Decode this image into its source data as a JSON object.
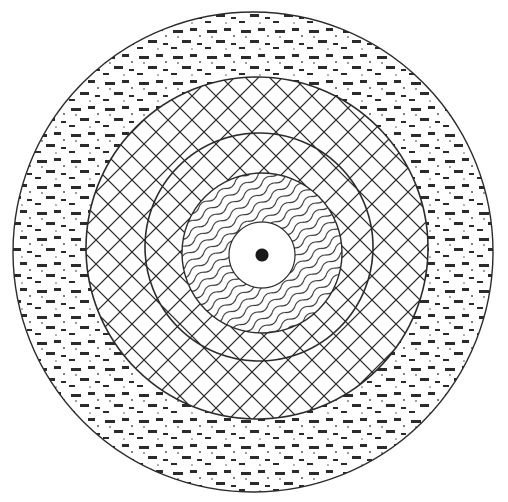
{
  "figure": {
    "kind": "concentric-ring-diagram",
    "rings": [
      {
        "name": "outer-band",
        "pattern": "dashes"
      },
      {
        "name": "middle-band",
        "pattern": "crosshatch"
      },
      {
        "name": "inner-band",
        "pattern": "crosshatch"
      },
      {
        "name": "core-band",
        "pattern": "wavy-lines"
      },
      {
        "name": "center-hole",
        "pattern": "blank"
      }
    ],
    "center": {
      "name": "center-dot"
    },
    "colors": {
      "ink": "#2b2b2b",
      "paper": "#ffffff"
    }
  }
}
